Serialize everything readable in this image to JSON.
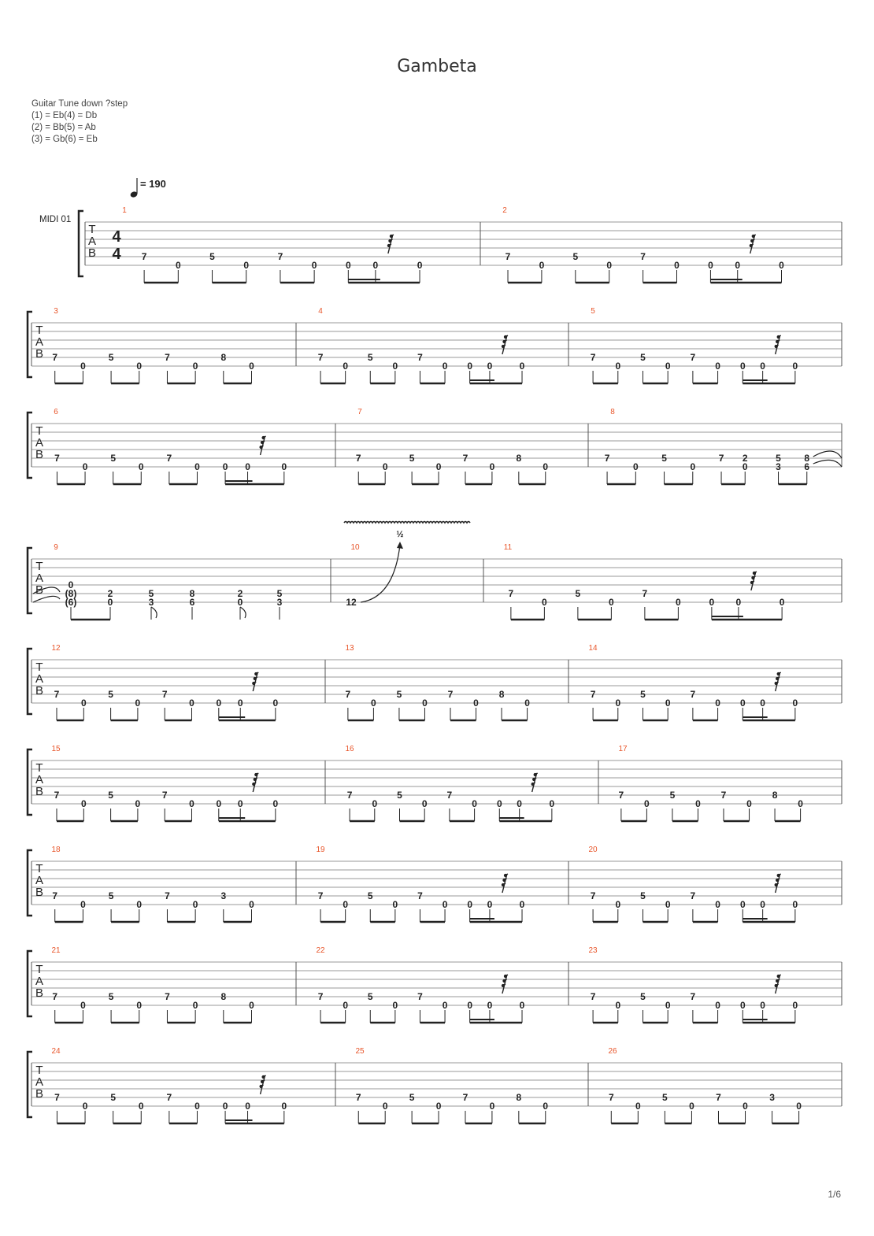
{
  "title": "Gambeta",
  "tuning": {
    "heading": "Guitar Tune down ?step",
    "lines": [
      "(1) = Eb(4) = Db",
      "(2) = Bb(5) = Ab",
      "(3) = Gb(6) = Eb"
    ]
  },
  "tempo": "= 190",
  "track_name": "MIDI 01",
  "time_signature": {
    "numerator": "4",
    "denominator": "4"
  },
  "tab_clef": [
    "T",
    "A",
    "B"
  ],
  "bend_label": "½",
  "page_number": "1/6",
  "colors": {
    "measure_number": "#e8552a",
    "staff_line": "#999999",
    "ink": "#222222"
  },
  "measures": [
    {
      "n": "1",
      "pattern": "A"
    },
    {
      "n": "2",
      "pattern": "A"
    },
    {
      "n": "3",
      "pattern": "B",
      "last": "8"
    },
    {
      "n": "4",
      "pattern": "A"
    },
    {
      "n": "5",
      "pattern": "A"
    },
    {
      "n": "6",
      "pattern": "A"
    },
    {
      "n": "7",
      "pattern": "B",
      "last": "8"
    },
    {
      "n": "8",
      "pattern": "M8",
      "notes": [
        {
          "fret": "7",
          "str": 4
        },
        {
          "fret": "0",
          "str": 5
        },
        {
          "fret": "5",
          "str": 4
        },
        {
          "fret": "0",
          "str": 5
        },
        {
          "fret": "7",
          "str": 4
        },
        {
          "frets": [
            {
              "fret": "2",
              "str": 4
            },
            {
              "fret": "0",
              "str": 5
            }
          ]
        },
        {
          "frets": [
            {
              "fret": "5",
              "str": 4
            },
            {
              "fret": "3",
              "str": 5
            }
          ]
        },
        {
          "frets": [
            {
              "fret": "8",
              "str": 4
            },
            {
              "fret": "6",
              "str": 5
            }
          ]
        }
      ]
    },
    {
      "n": "9",
      "pattern": "M9",
      "notes": [
        {
          "frets": [
            {
              "fret": "0",
              "str": 3
            },
            {
              "fret": "(8)",
              "str": 4
            },
            {
              "fret": "(6)",
              "str": 5
            }
          ]
        },
        {
          "frets": [
            {
              "fret": "2",
              "str": 4
            },
            {
              "fret": "0",
              "str": 5
            }
          ]
        },
        {
          "frets": [
            {
              "fret": "5",
              "str": 4
            },
            {
              "fret": "3",
              "str": 5
            }
          ]
        },
        {
          "frets": [
            {
              "fret": "8",
              "str": 4
            },
            {
              "fret": "6",
              "str": 5
            }
          ]
        },
        {
          "frets": [
            {
              "fret": "2",
              "str": 4
            },
            {
              "fret": "0",
              "str": 5
            }
          ]
        },
        {
          "frets": [
            {
              "fret": "5",
              "str": 4
            },
            {
              "fret": "3",
              "str": 5
            }
          ]
        }
      ]
    },
    {
      "n": "10",
      "pattern": "M10",
      "notes": [
        {
          "fret": "12",
          "str": 5
        }
      ]
    },
    {
      "n": "11",
      "pattern": "A"
    },
    {
      "n": "12",
      "pattern": "A"
    },
    {
      "n": "13",
      "pattern": "B",
      "last": "8"
    },
    {
      "n": "14",
      "pattern": "A"
    },
    {
      "n": "15",
      "pattern": "A"
    },
    {
      "n": "16",
      "pattern": "A"
    },
    {
      "n": "17",
      "pattern": "B",
      "last": "8"
    },
    {
      "n": "18",
      "pattern": "B",
      "last": "3"
    },
    {
      "n": "19",
      "pattern": "A"
    },
    {
      "n": "20",
      "pattern": "A"
    },
    {
      "n": "21",
      "pattern": "B",
      "last": "8"
    },
    {
      "n": "22",
      "pattern": "A"
    },
    {
      "n": "23",
      "pattern": "A"
    },
    {
      "n": "24",
      "pattern": "A"
    },
    {
      "n": "25",
      "pattern": "B",
      "last": "8"
    },
    {
      "n": "26",
      "pattern": "B",
      "last": "3"
    }
  ],
  "patterns": {
    "A": [
      "7",
      "0",
      "5",
      "0",
      "7",
      "0",
      "0",
      "0",
      "0"
    ],
    "B": [
      "7",
      "0",
      "5",
      "0",
      "7",
      "0",
      "8",
      "0"
    ]
  }
}
